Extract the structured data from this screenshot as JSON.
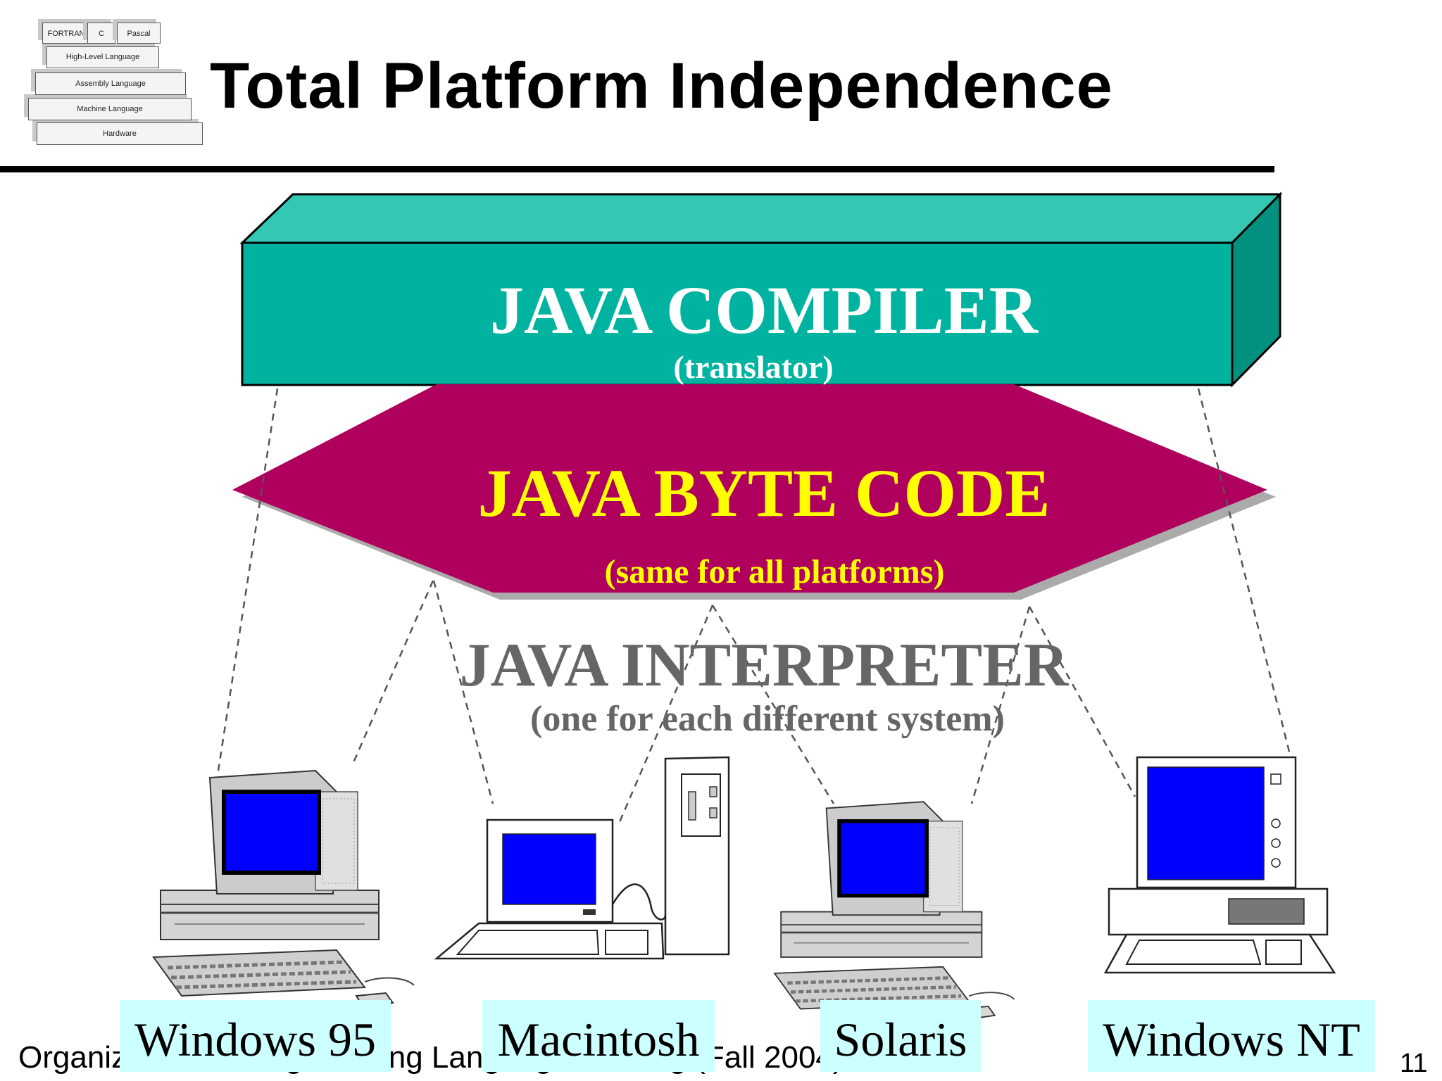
{
  "slide": {
    "title": "Total Platform Independence",
    "footer": "Organization of Programming Languages-Cheng (Fall 2004)",
    "page_number": "11"
  },
  "logo": {
    "layers": [
      "FORTRAN",
      "C",
      "Pascal",
      "High-Level Language",
      "Assembly Language",
      "Machine Language",
      "Hardware"
    ]
  },
  "compiler": {
    "label": "JAVA COMPILER",
    "sublabel": "(translator)",
    "color": "#00b3a0"
  },
  "bytecode": {
    "label": "JAVA BYTE CODE",
    "sublabel": "(same for all platforms)",
    "color": "#b0005e",
    "text_color": "#ffff00"
  },
  "interpreter": {
    "label": "JAVA INTERPRETER",
    "sublabel": "(one for each different system)"
  },
  "platforms": [
    "Windows 95",
    "Macintosh",
    "Solaris",
    "Windows NT"
  ],
  "colors": {
    "screen": "#0000ff",
    "label_bg": "#ccffff"
  }
}
